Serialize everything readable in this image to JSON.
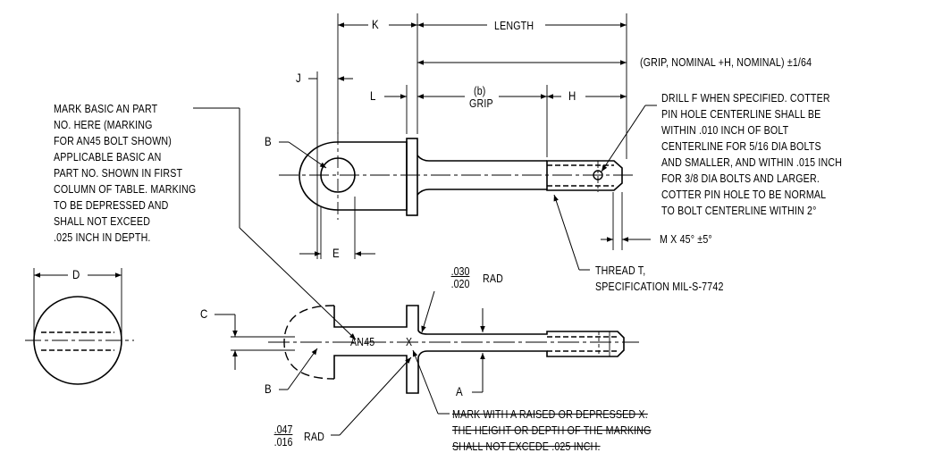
{
  "labels": {
    "k": "K",
    "length": "LENGTH",
    "tolerance": "(GRIP, NOMINAL +H, NOMINAL) ±1/64",
    "j": "J",
    "l": "L",
    "b_small": "(b)",
    "grip": "GRIP",
    "h": "H",
    "b_top": "B",
    "e": "E",
    "m_chamfer": "M X 45° ±5°",
    "d": "D",
    "c": "C",
    "a": "A",
    "b_bottom": "B",
    "an45": "AN45",
    "x_mark": "X",
    "rad1_num": ".030",
    "rad1_den": ".020",
    "rad1_unit": "RAD",
    "rad2_num": ".047",
    "rad2_den": ".016",
    "rad2_unit": "RAD"
  },
  "notes": {
    "mark_basic": [
      "MARK BASIC AN PART",
      "NO. HERE (MARKING",
      "FOR AN45 BOLT SHOWN)",
      "APPLICABLE BASIC AN",
      "PART NO. SHOWN IN FIRST",
      "COLUMN OF TABLE.  MARKING",
      "TO BE DEPRESSED AND",
      "SHALL NOT EXCEED",
      ".025 INCH IN DEPTH."
    ],
    "drill": [
      "DRILL F WHEN SPECIFIED. COTTER",
      "PIN HOLE CENTERLINE SHALL BE",
      "WITHIN .010 INCH OF BOLT",
      "CENTERLINE FOR 5/16 DIA BOLTS",
      "AND SMALLER, AND WITHIN .015 INCH",
      "FOR 3/8 DIA BOLTS AND LARGER.",
      "COTTER PIN HOLE TO BE NORMAL",
      "TO BOLT CENTERLINE WITHIN 2°"
    ],
    "thread": [
      "THREAD T,",
      "SPECIFICATION MIL-S-7742"
    ],
    "raised_mark": [
      "MARK WITH A RAISED OR DEPRESSED X.",
      "THE HEIGHT OR DEPTH OF THE MARKING",
      "SHALL NOT EXCEDE .025 INCH."
    ]
  }
}
